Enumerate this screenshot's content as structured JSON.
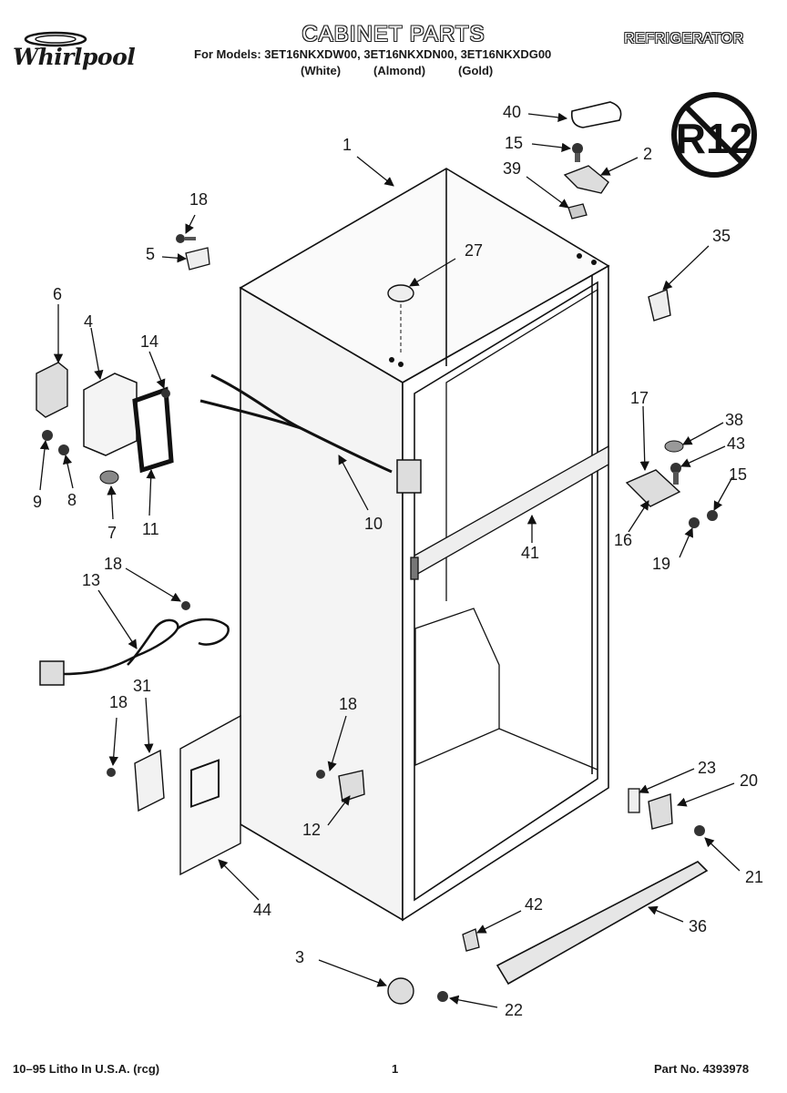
{
  "header": {
    "brand": "Whirlpool",
    "title": "CABINET PARTS",
    "models_line": "For Models: 3ET16NKXDW00, 3ET16NKXDN00, 3ET16NKXDG00",
    "variants": [
      "(White)",
      "(Almond)",
      "(Gold)"
    ],
    "category": "REFRIGERATOR"
  },
  "badge": {
    "text": "R12",
    "icon": "no-r12-icon"
  },
  "parts": [
    {
      "id": "p1",
      "label": "1"
    },
    {
      "id": "p2",
      "label": "2"
    },
    {
      "id": "p3",
      "label": "3"
    },
    {
      "id": "p4",
      "label": "4"
    },
    {
      "id": "p5",
      "label": "5"
    },
    {
      "id": "p6",
      "label": "6"
    },
    {
      "id": "p7",
      "label": "7"
    },
    {
      "id": "p8",
      "label": "8"
    },
    {
      "id": "p9",
      "label": "9"
    },
    {
      "id": "p10",
      "label": "10"
    },
    {
      "id": "p11",
      "label": "11"
    },
    {
      "id": "p12",
      "label": "12"
    },
    {
      "id": "p13",
      "label": "13"
    },
    {
      "id": "p14",
      "label": "14"
    },
    {
      "id": "p15a",
      "label": "15"
    },
    {
      "id": "p15b",
      "label": "15"
    },
    {
      "id": "p16",
      "label": "16"
    },
    {
      "id": "p17",
      "label": "17"
    },
    {
      "id": "p18a",
      "label": "18"
    },
    {
      "id": "p18b",
      "label": "18"
    },
    {
      "id": "p18c",
      "label": "18"
    },
    {
      "id": "p18d",
      "label": "18"
    },
    {
      "id": "p19",
      "label": "19"
    },
    {
      "id": "p20",
      "label": "20"
    },
    {
      "id": "p21",
      "label": "21"
    },
    {
      "id": "p22",
      "label": "22"
    },
    {
      "id": "p23",
      "label": "23"
    },
    {
      "id": "p27",
      "label": "27"
    },
    {
      "id": "p31",
      "label": "31"
    },
    {
      "id": "p35",
      "label": "35"
    },
    {
      "id": "p36",
      "label": "36"
    },
    {
      "id": "p38",
      "label": "38"
    },
    {
      "id": "p39",
      "label": "39"
    },
    {
      "id": "p40",
      "label": "40"
    },
    {
      "id": "p41",
      "label": "41"
    },
    {
      "id": "p42",
      "label": "42"
    },
    {
      "id": "p43",
      "label": "43"
    },
    {
      "id": "p44",
      "label": "44"
    }
  ],
  "footer": {
    "left": "10–95 Litho In U.S.A. (rcg)",
    "page": "1",
    "part_no": "Part No. 4393978"
  }
}
